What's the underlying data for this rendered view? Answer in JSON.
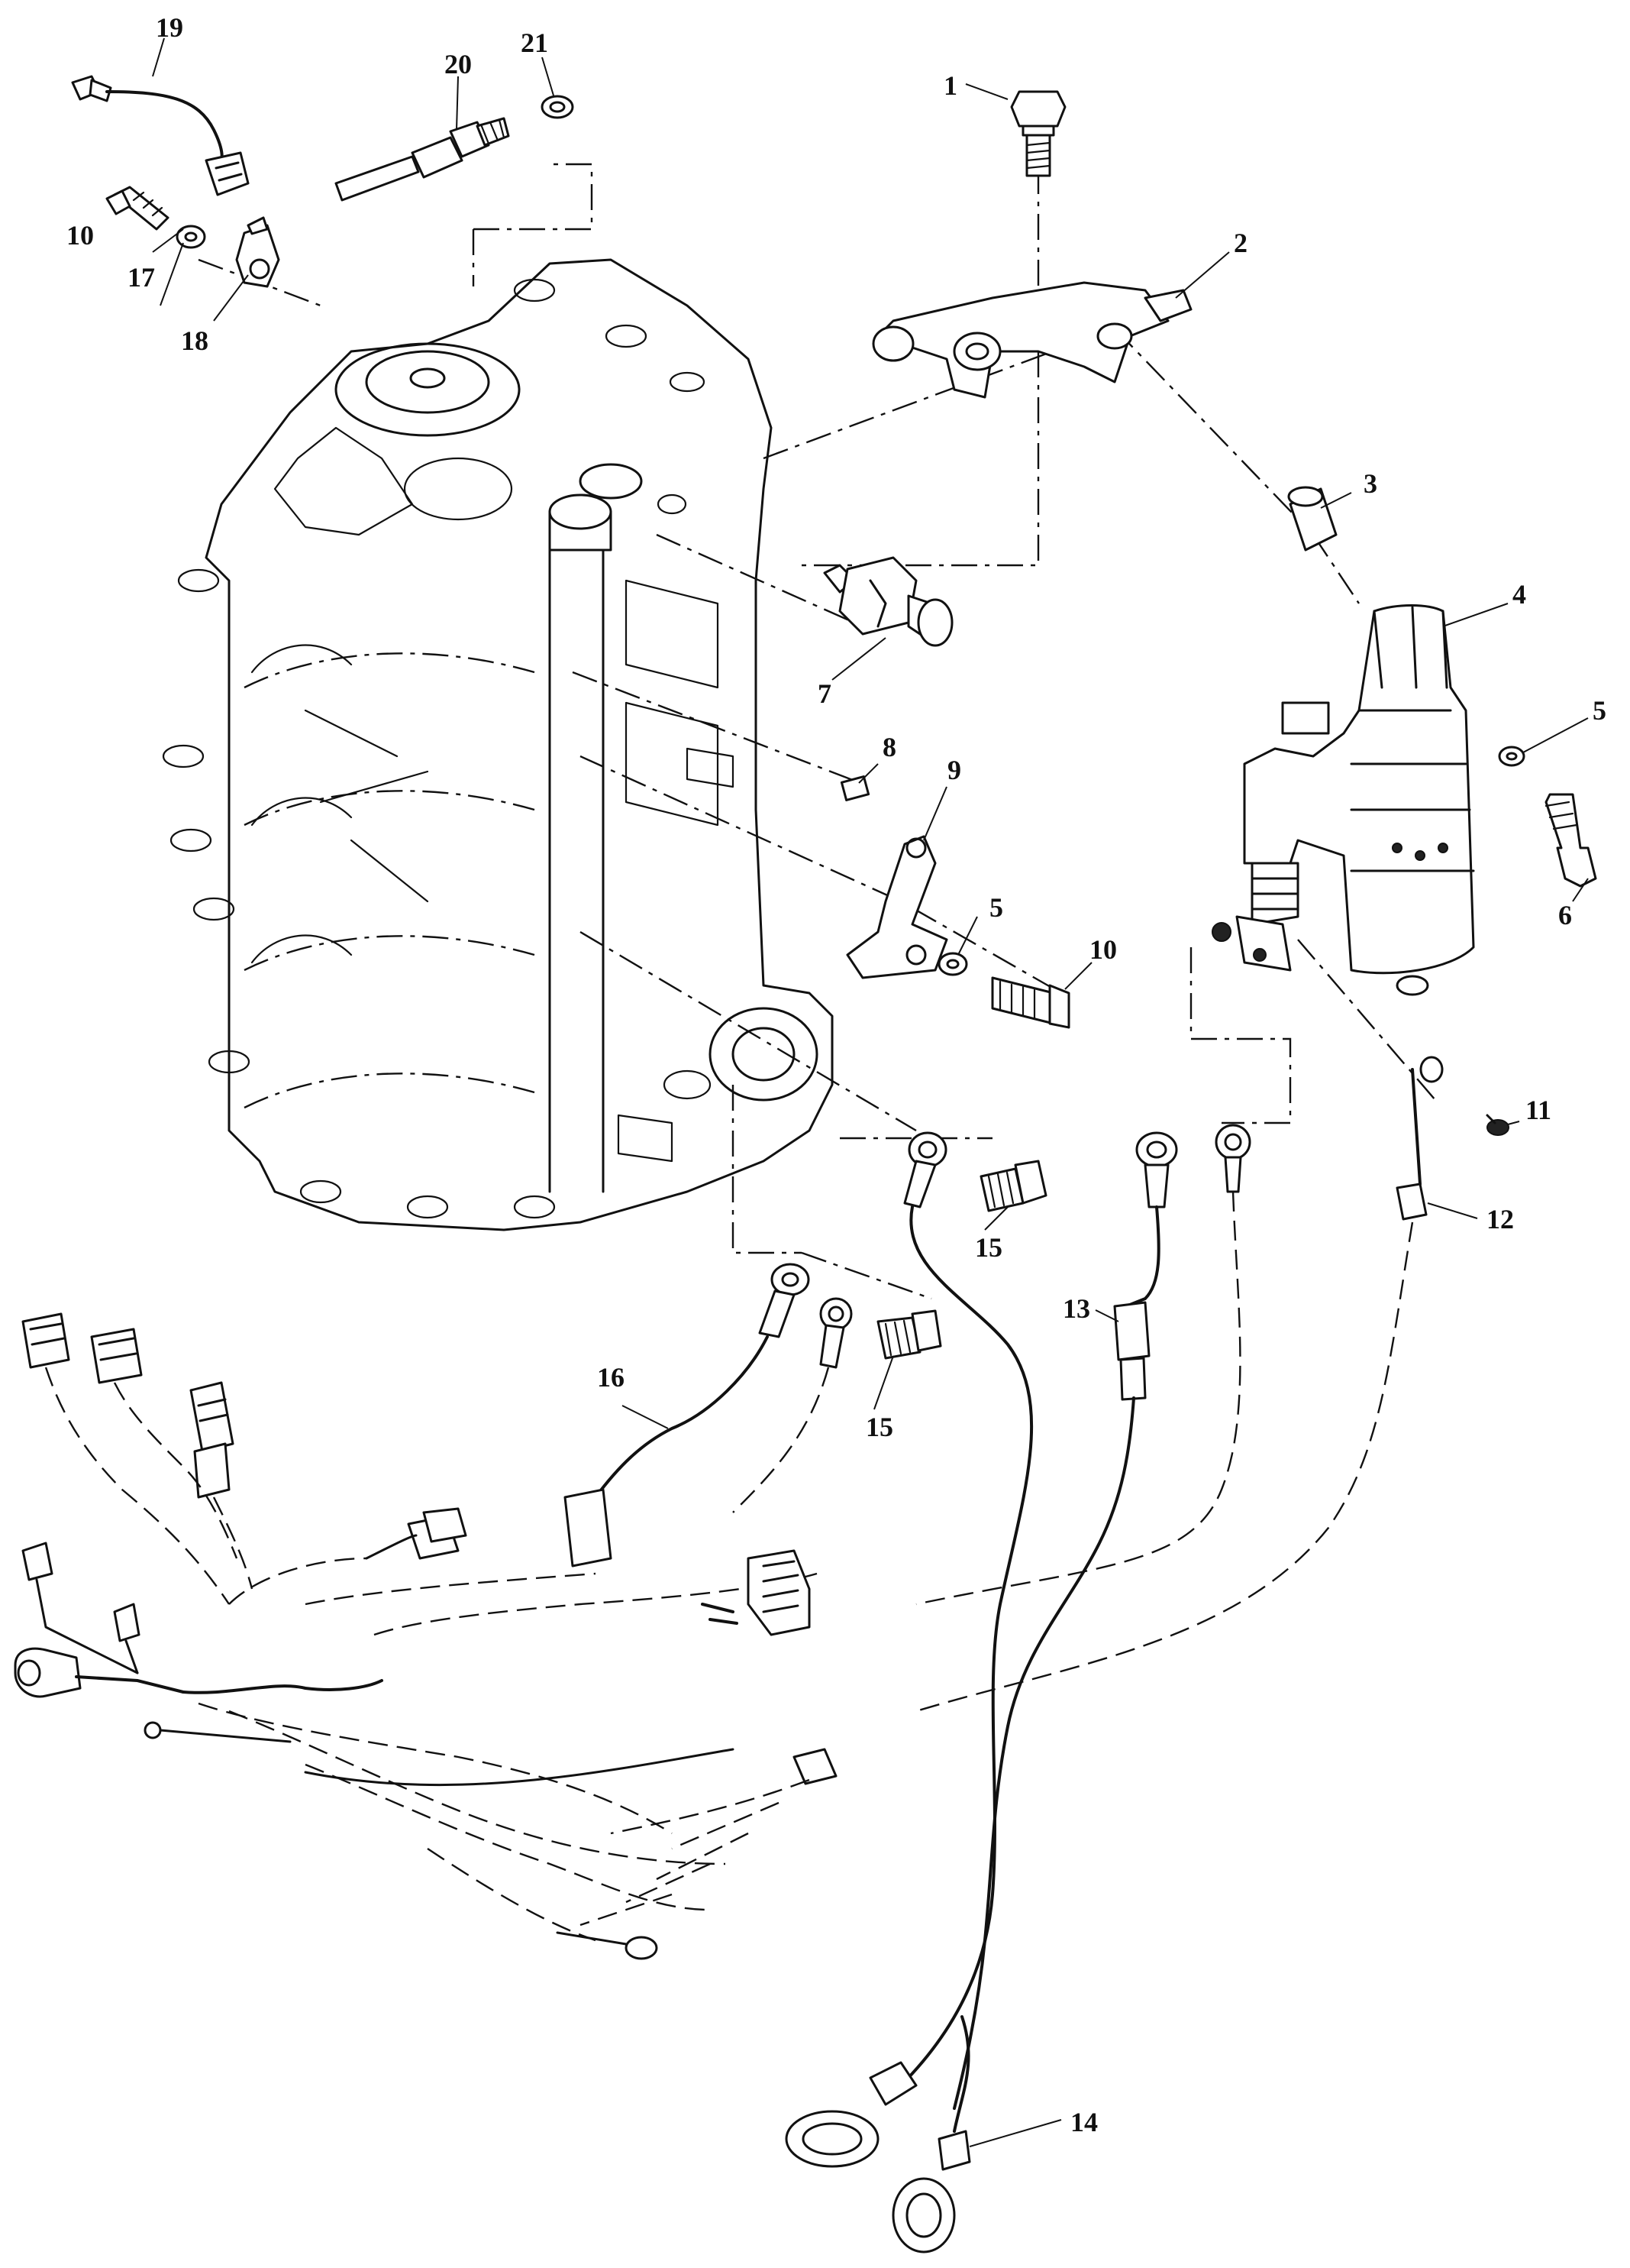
{
  "figure": {
    "callouts": [
      {
        "id": "c1",
        "text": "1"
      },
      {
        "id": "c2",
        "text": "2"
      },
      {
        "id": "c3",
        "text": "3"
      },
      {
        "id": "c4",
        "text": "4"
      },
      {
        "id": "c5a",
        "text": "5"
      },
      {
        "id": "c5b",
        "text": "5"
      },
      {
        "id": "c6",
        "text": "6"
      },
      {
        "id": "c7",
        "text": "7"
      },
      {
        "id": "c8",
        "text": "8"
      },
      {
        "id": "c9",
        "text": "9"
      },
      {
        "id": "c10a",
        "text": "10"
      },
      {
        "id": "c10b",
        "text": "10"
      },
      {
        "id": "c11",
        "text": "11"
      },
      {
        "id": "c12",
        "text": "12"
      },
      {
        "id": "c13",
        "text": "13"
      },
      {
        "id": "c14",
        "text": "14"
      },
      {
        "id": "c15a",
        "text": "15"
      },
      {
        "id": "c15b",
        "text": "15"
      },
      {
        "id": "c16",
        "text": "16"
      },
      {
        "id": "c17",
        "text": "17"
      },
      {
        "id": "c18",
        "text": "18"
      },
      {
        "id": "c19",
        "text": "19"
      },
      {
        "id": "c20",
        "text": "20"
      },
      {
        "id": "c21",
        "text": "21"
      }
    ],
    "colors": {
      "ink": "#111111",
      "paper": "#ffffff"
    }
  }
}
